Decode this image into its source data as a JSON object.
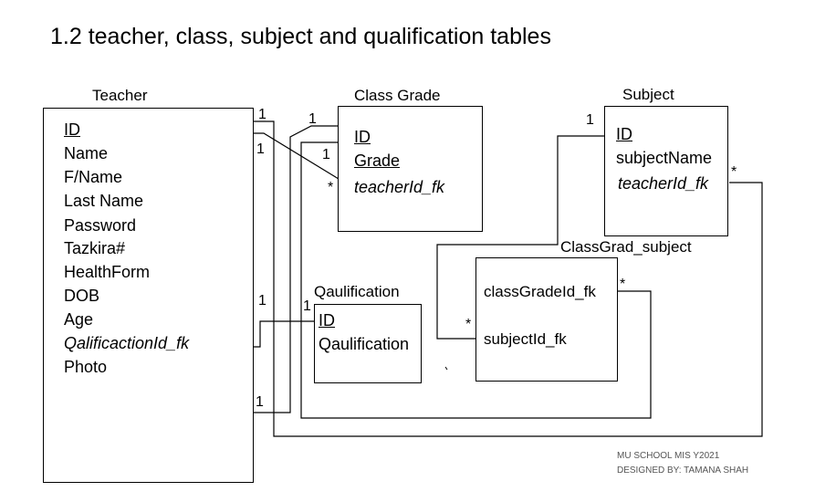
{
  "title": "1.2 teacher, class, subject and qualification tables",
  "entities": {
    "teacher": {
      "name": "Teacher",
      "fields": [
        "ID",
        "Name",
        "F/Name",
        "Last Name",
        "Password",
        "Tazkira#",
        "HealthForm",
        "DOB",
        "Age",
        "QalificactionId_fk",
        "Photo"
      ]
    },
    "class_grade": {
      "name": "Class Grade",
      "fields": [
        "ID",
        "Grade",
        "teacherId_fk"
      ]
    },
    "subject": {
      "name": "Subject",
      "fields": [
        "ID",
        "subjectName",
        "teacherId_fk"
      ]
    },
    "qualification": {
      "name": "Qaulification",
      "fields": [
        "ID",
        "Qaulification"
      ]
    },
    "classgrad_subject": {
      "name": "ClassGrad_subject",
      "fields": [
        "classGradeId_fk",
        "subjectId_fk"
      ]
    }
  },
  "cardinality": {
    "one": "1",
    "many": "*"
  },
  "footer": {
    "line1": "MU SCHOOL MIS Y2021",
    "line2": "DESIGNED BY: TAMANA SHAH"
  }
}
